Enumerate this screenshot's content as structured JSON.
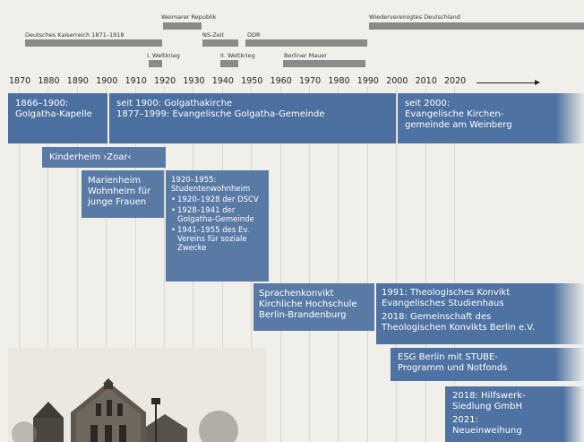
{
  "eras": {
    "kaiserreich": "Deutsches Kaiserreich 1871–1918",
    "weimar": "Weimarer Republik",
    "ns": "NS-Zeit",
    "ddr": "DDR",
    "wiedervereinigt": "Wiedervereinigtes Deutschland",
    "ww1": "I. Weltkrieg",
    "ww2": "II. Weltkrieg",
    "mauer": "Berliner Mauer"
  },
  "years": [
    "1870",
    "1880",
    "1890",
    "1900",
    "1910",
    "1920",
    "1930",
    "1940",
    "1950",
    "1960",
    "1970",
    "1980",
    "1990",
    "2000",
    "2010",
    "2020"
  ],
  "boxes": {
    "kapelle": "1866–1900:\nGolgatha-Kapelle",
    "golgathakirche": "seit 1900: Golgathakirche\n1877–1999: Evangelische Golgatha-Gemeinde",
    "weinberg": "seit 2000:\nEvangelische Kirchen-\ngemeinde am Weinberg",
    "zoar": "Kinderheim ›Zoar‹",
    "marienheim": "Marienheim\nWohnheim für\njunge Frauen",
    "studenten_title": "1920–1955:\nStudentenwohnheim",
    "studenten_items": [
      "1920–1928 der DSCV",
      "1928–1941 der\nGolgatha-Gemeinde",
      "1941–1955 des Ev.\nVereins für soziale\nZwecke"
    ],
    "sprachen": "Sprachenkonvikt\nKirchliche Hochschule\nBerlin-Brandenburg",
    "konvikt1": "1991: Theologisches Konvikt\nEvangelisches Studienhaus",
    "konvikt2": "2018: Gemeinschaft des\nTheologischen Konvikts Berlin e.V.",
    "esg": "ESG Berlin mit STUBE-\nProgramm und Notfonds",
    "hilfswerk1": "2018: Hilfswerk-\nSiedlung GmbH",
    "hilfswerk2": "2021:\nNeueinweihung"
  }
}
